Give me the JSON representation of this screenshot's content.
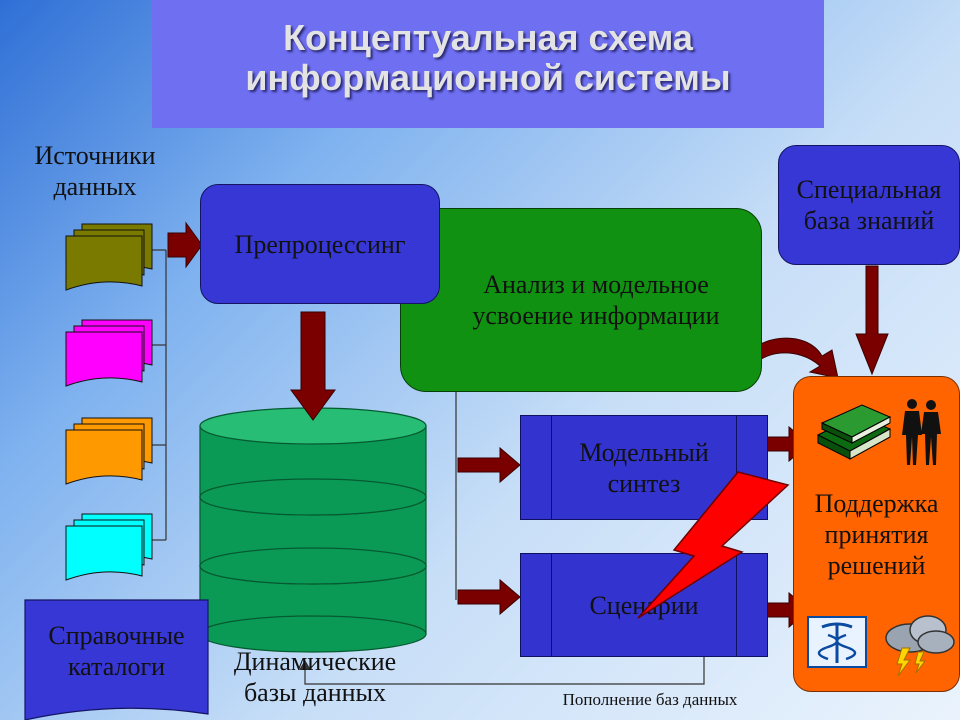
{
  "title": {
    "line1": "Концептуальная схема",
    "line2": "информационной системы"
  },
  "labels": {
    "sources": [
      "Источники",
      "данных"
    ],
    "dynamic_db": [
      "Динамические",
      "базы данных"
    ],
    "replenish": "Пополнение баз данных"
  },
  "nodes": {
    "preprocessing": "Препроцессинг",
    "analysis": [
      "Анализ и модельное",
      "усвоение информации"
    ],
    "knowledge_base": [
      "Специальная",
      "база знаний"
    ],
    "model_synthesis": [
      "Модельный",
      "синтез"
    ],
    "scenarios": "Сценарии",
    "decision_support": [
      "Поддержка",
      "принятия",
      "решений"
    ],
    "reference_catalogs": [
      "Справочные",
      "каталоги"
    ]
  },
  "colors": {
    "title_bg": "#6f6ff2",
    "blue": "#3737d5",
    "green": "#119111",
    "orange": "#ff6400",
    "arrow": "#7a0000",
    "source_docs": [
      "#7a7a00",
      "#ff00ff",
      "#ff9900",
      "#00ffff"
    ],
    "database": "#0b9a55",
    "lightning": "#ff0000"
  },
  "icons": [
    "money-icon",
    "people-icon",
    "medical-icon",
    "storm-cloud-icon"
  ]
}
